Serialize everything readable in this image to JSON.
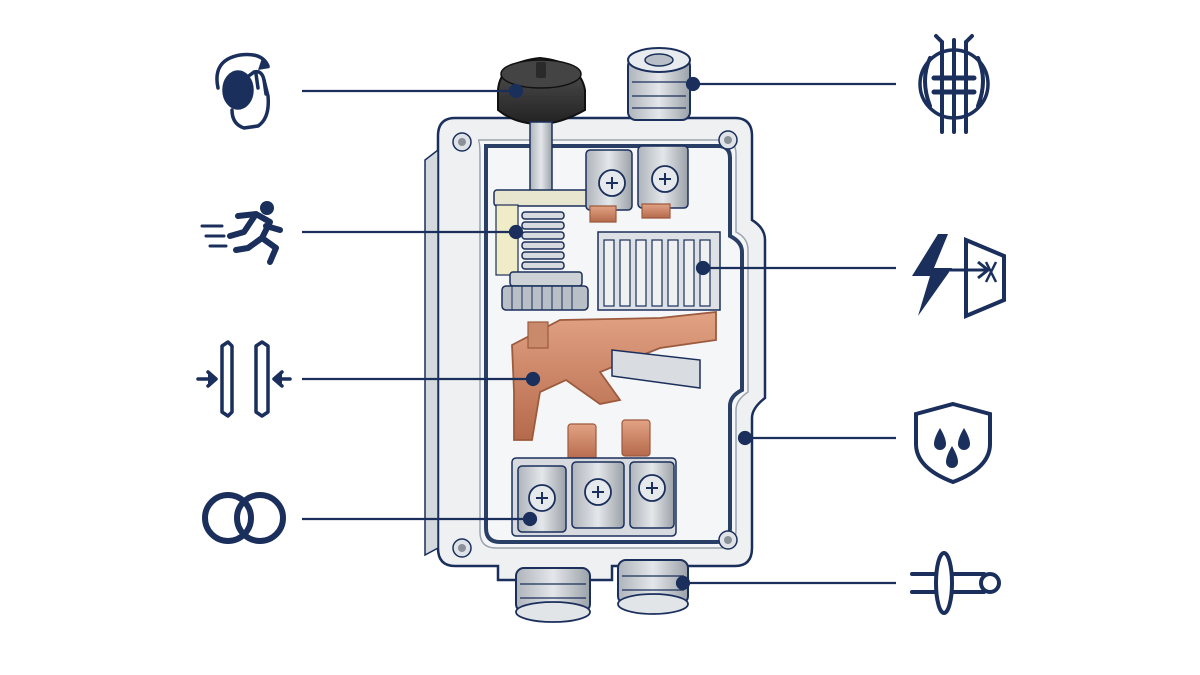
{
  "colors": {
    "navy": "#1b2f5c",
    "enclosure": "#eef0f2",
    "enclosure_shadow": "#cfd4da",
    "gasket": "#2a3f66",
    "copper": "#c97b5b",
    "copper_dark": "#9c5a3e",
    "steel": "#c9ced4",
    "steel_dark": "#8a9199",
    "knob": "#3a3a3a"
  },
  "callouts": [
    {
      "side": "left",
      "icon": "rotary-hand-icon"
    },
    {
      "side": "left",
      "icon": "quick-action-runner-icon"
    },
    {
      "side": "left",
      "icon": "contact-compression-icon"
    },
    {
      "side": "left",
      "icon": "double-ring-icon"
    },
    {
      "side": "right",
      "icon": "cable-gland-strain-icon"
    },
    {
      "side": "right",
      "icon": "arc-barrier-icon"
    },
    {
      "side": "right",
      "icon": "water-shield-icon"
    },
    {
      "side": "right",
      "icon": "cable-entry-grommet-icon"
    }
  ]
}
